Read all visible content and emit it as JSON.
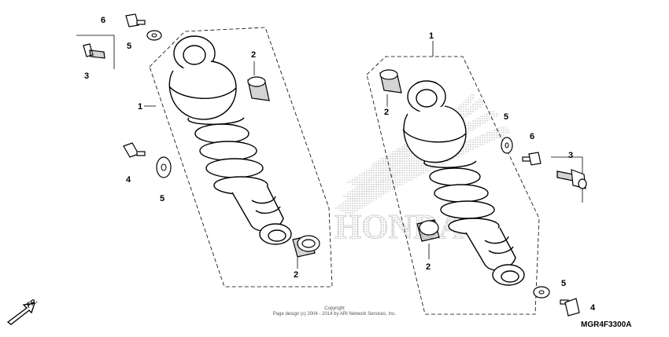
{
  "diagram": {
    "part_code": "MGR4F3300A",
    "direction_label": "FR.",
    "watermark_text": "HONDA",
    "copyright_line1": "Copyright",
    "copyright_line2": "Page design (c) 2004 - 2014 by ARI Network Services, Inc.",
    "callouts": [
      "1",
      "2",
      "2",
      "3",
      "4",
      "5",
      "5",
      "6",
      "1",
      "2",
      "2",
      "5",
      "6",
      "3",
      "5",
      "4"
    ]
  }
}
